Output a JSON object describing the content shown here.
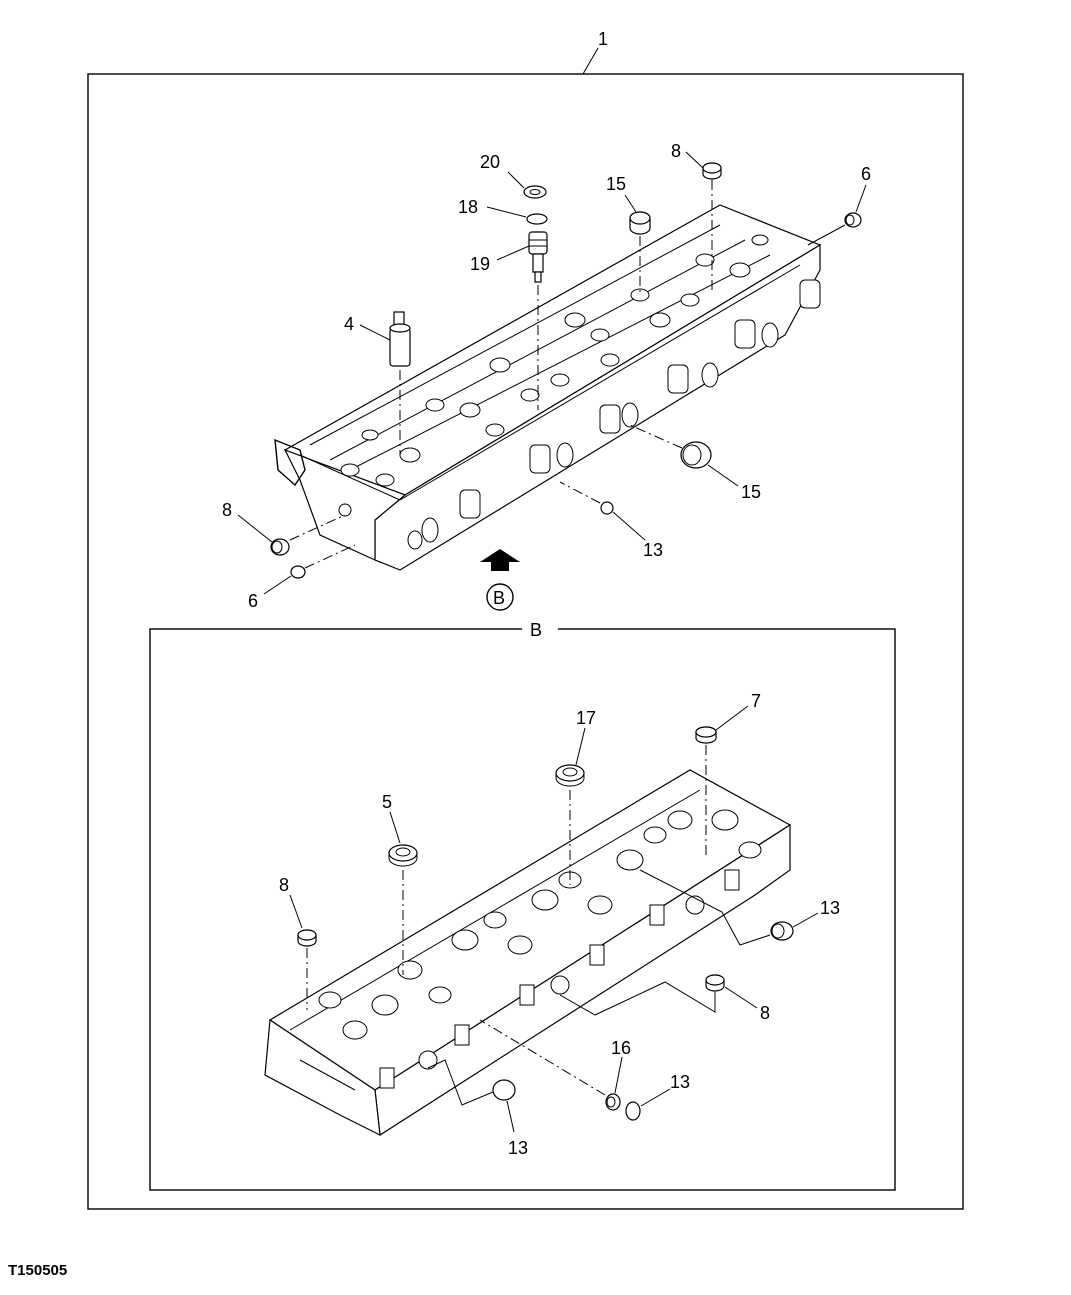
{
  "figure_id": "T150505",
  "view_label": "B",
  "view_marker": "B",
  "callouts": {
    "main": "1",
    "top_view": [
      "20",
      "18",
      "19",
      "8",
      "15",
      "6",
      "4",
      "15",
      "8",
      "13",
      "6"
    ],
    "view_b": [
      "7",
      "17",
      "5",
      "8",
      "13",
      "8",
      "16",
      "13",
      "13"
    ]
  },
  "colors": {
    "line": "#000000",
    "background": "#ffffff"
  }
}
